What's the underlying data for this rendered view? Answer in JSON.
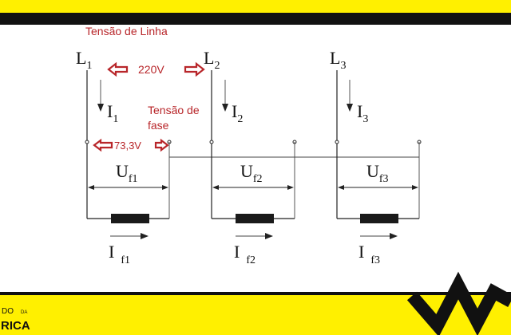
{
  "annotations": {
    "line_voltage_title": "Tensão de Linha",
    "line_voltage_value": "220V",
    "phase_voltage_title_line1": "Tensão de",
    "phase_voltage_title_line2": "fase",
    "phase_voltage_value": "73,3V"
  },
  "phases": [
    {
      "line": "L",
      "line_sub": "1",
      "current": "I",
      "current_sub": "1",
      "voltage": "U",
      "voltage_sub": "f1",
      "load_current": "I",
      "load_current_sub": "f1"
    },
    {
      "line": "L",
      "line_sub": "2",
      "current": "I",
      "current_sub": "2",
      "voltage": "U",
      "voltage_sub": "f2",
      "load_current": "I",
      "load_current_sub": "f2"
    },
    {
      "line": "L",
      "line_sub": "3",
      "current": "I",
      "current_sub": "3",
      "voltage": "U",
      "voltage_sub": "f3",
      "load_current": "I",
      "load_current_sub": "f3"
    }
  ],
  "logo": {
    "line1_a": "DO",
    "line1_b": "DA",
    "line2": "RICA"
  },
  "colors": {
    "banner": "#fff000",
    "stripe": "#111111",
    "annotation_red": "#b8262a",
    "load_block": "#1a1a1a"
  }
}
